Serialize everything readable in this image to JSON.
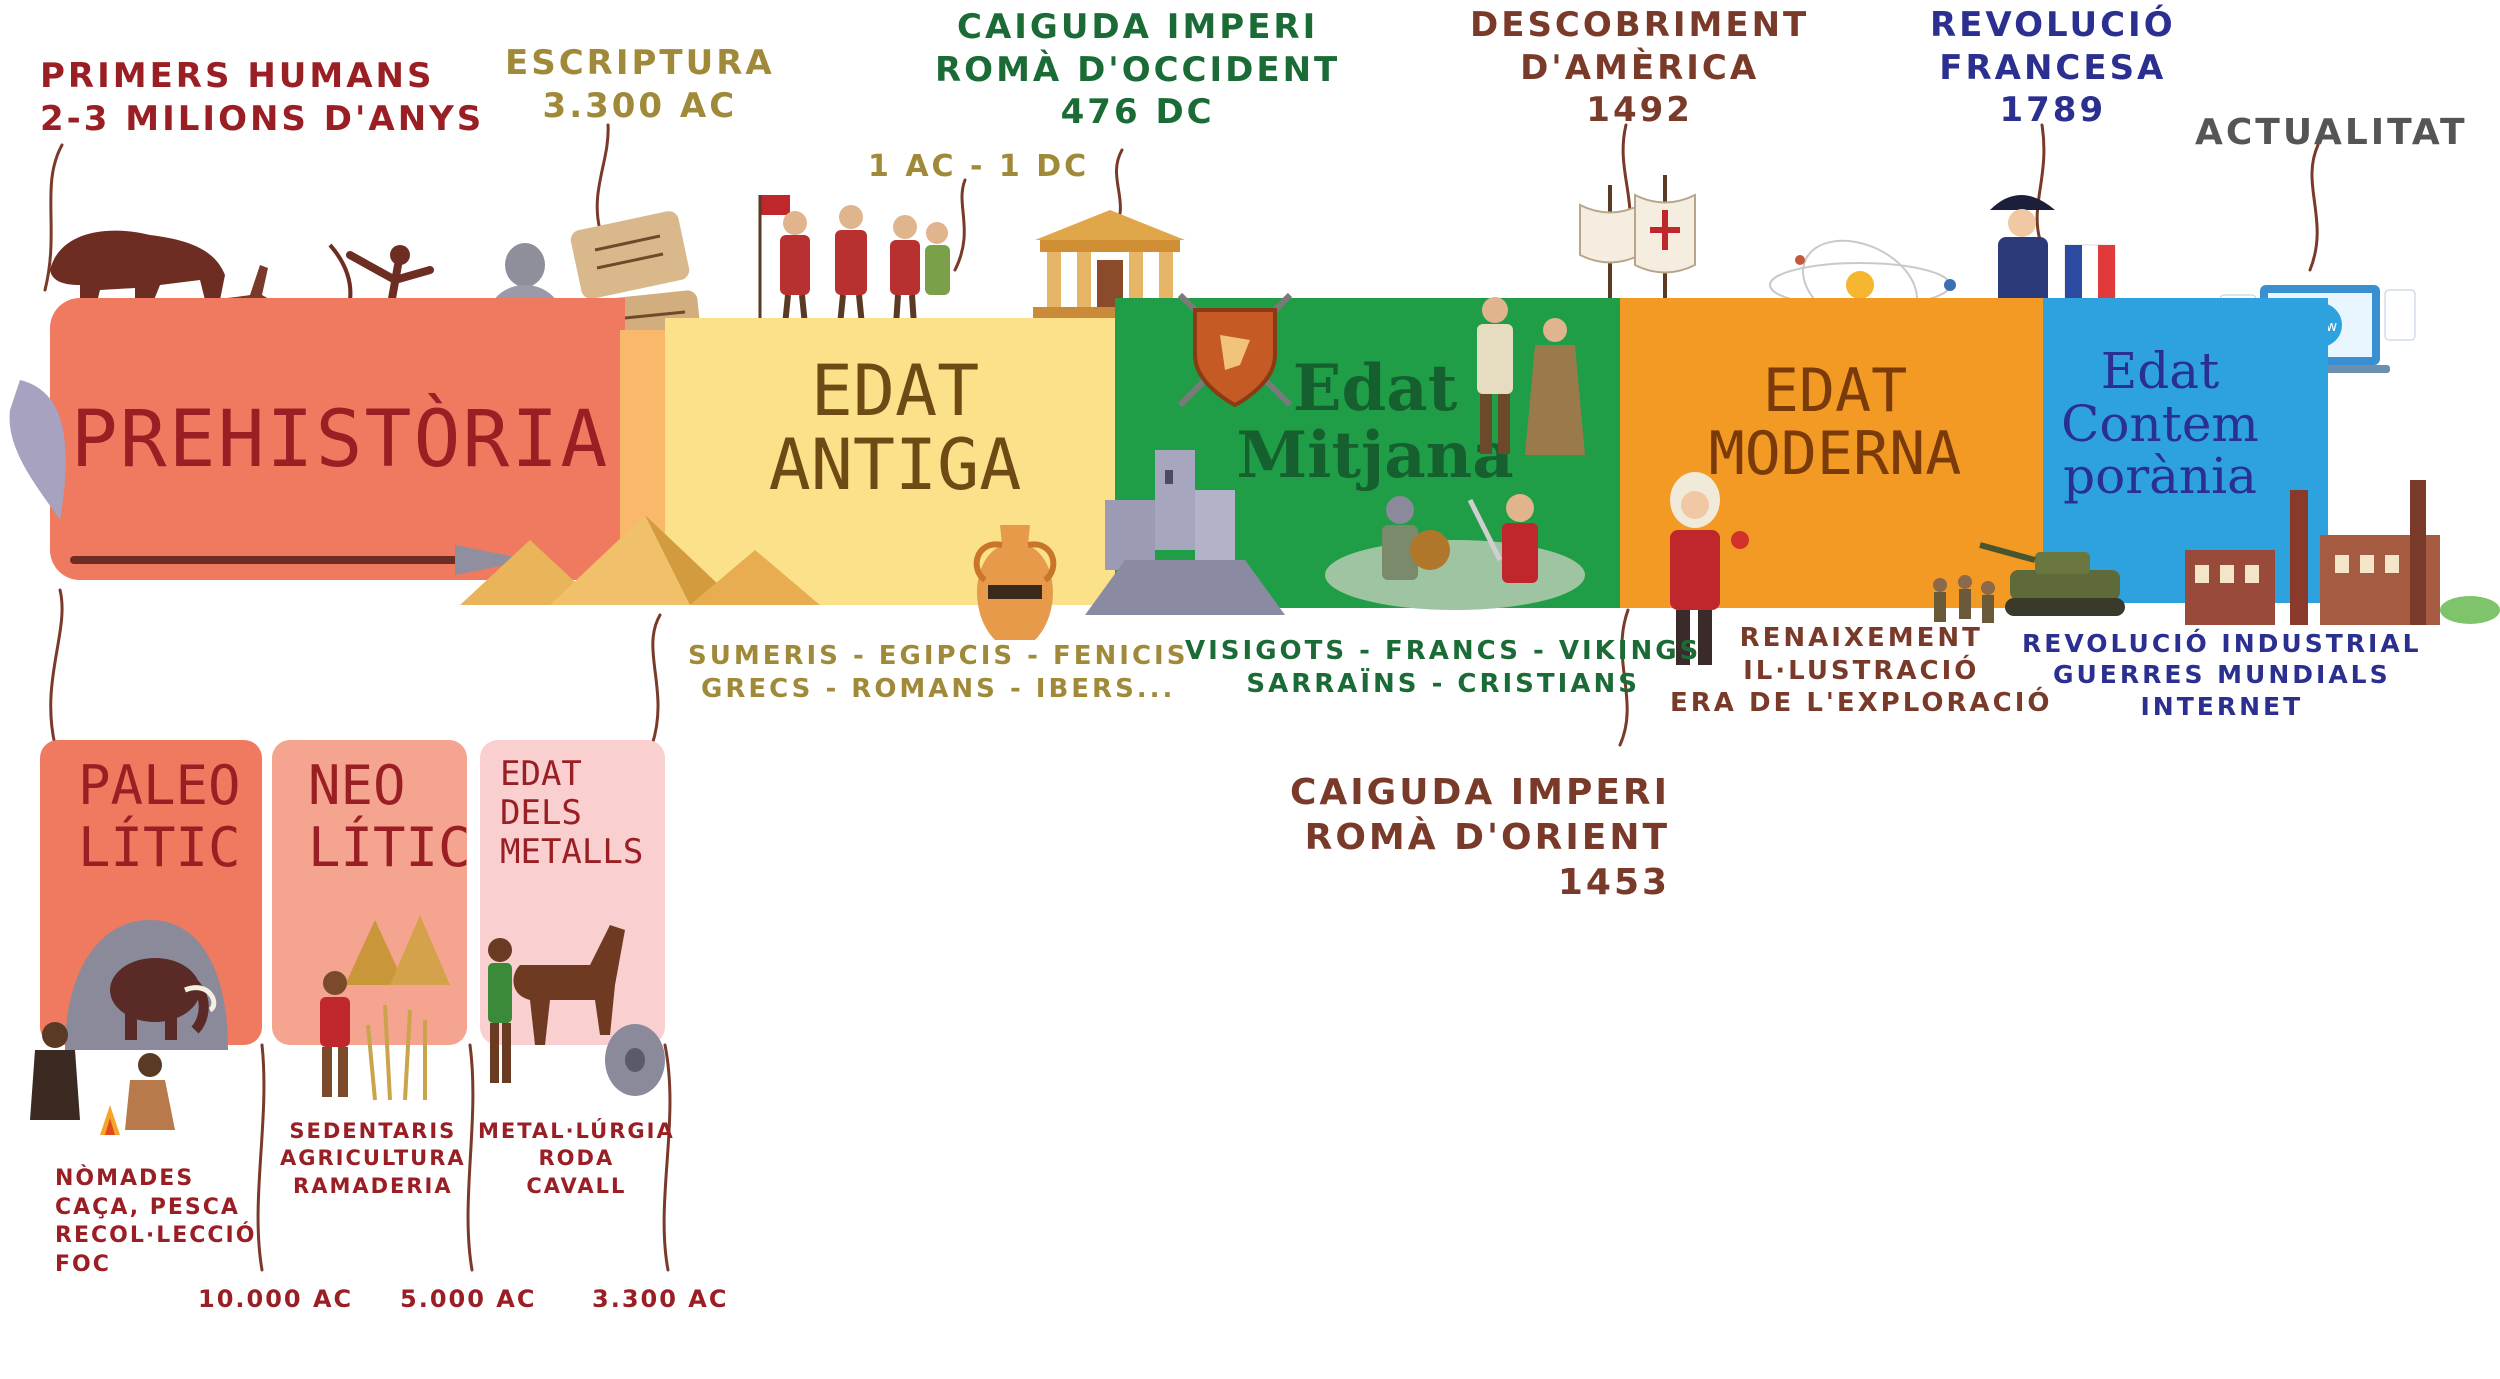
{
  "colors": {
    "prehistory": "#ef7a60",
    "prehistory_edge": "#f9b86a",
    "antiquity": "#fbe28a",
    "middle_ages": "#1f9d47",
    "modern": "#f39a24",
    "contemporary": "#2ea2df",
    "dark_red": "#9a1f24",
    "olive": "#a08a3a",
    "green_dark": "#1a6b35",
    "brown": "#7a3a2a",
    "navy": "#2b2f8f",
    "gray": "#555555",
    "sub_paleo": "#ef7a60",
    "sub_neo": "#f4a48f",
    "sub_metals": "#f9cfcf"
  },
  "top_events": {
    "first_humans": {
      "line1": "Primers humans",
      "line2": "2-3 milions d'anys"
    },
    "writing": {
      "line1": "Escriptura",
      "line2": "3.300 AC"
    },
    "year_one": {
      "text": "1 AC - 1 DC"
    },
    "fall_west": {
      "line1": "Caiguda imperi",
      "line2": "Romà d'Occident",
      "line3": "476 DC"
    },
    "america": {
      "line1": "Descobriment",
      "line2": "d'Amèrica",
      "line3": "1492"
    },
    "french_rev": {
      "line1": "Revolució",
      "line2": "Francesa",
      "line3": "1789"
    },
    "today": {
      "text": "Actualitat"
    }
  },
  "eras": {
    "prehistory": {
      "title": "PREHISTÒRIA"
    },
    "antiquity": {
      "line1": "EDAT",
      "line2": "ANTIGA"
    },
    "middle_ages": {
      "line1": "Edat",
      "line2": "Mitjana"
    },
    "modern": {
      "line1": "EDAT",
      "line2": "MODERNA"
    },
    "contemporary": {
      "line1": "Edat",
      "line2": "Contem",
      "line3": "porània"
    }
  },
  "descriptions": {
    "antiquity": {
      "line1": "Sumeris - Egipcis - Fenicis",
      "line2": "Grecs - Romans - Ibers..."
    },
    "middle_ages": {
      "line1": "Visigots - Francs - Vikings",
      "line2": "Sarraïns - Cristians"
    },
    "modern": {
      "line1": "Renaixement",
      "line2": "Il·lustració",
      "line3": "Era de l'exploració"
    },
    "contemporary": {
      "line1": "Revolució industrial",
      "line2": "Guerres mundials",
      "line3": "Internet"
    }
  },
  "fall_east": {
    "line1": "Caiguda imperi",
    "line2": "Romà d'Orient",
    "line3": "1453"
  },
  "sub_periods": {
    "paleo": {
      "line1": "PALEO",
      "line2": "LÍTIC",
      "desc1": "Nòmades",
      "desc2": "Caça, pesca",
      "desc3": "Recol·lecció",
      "desc4": "Foc"
    },
    "neo": {
      "line1": "NEO",
      "line2": "LÍTIC",
      "desc1": "Sedentaris",
      "desc2": "Agricultura",
      "desc3": "Ramaderia"
    },
    "metals": {
      "line1": "EDAT",
      "line2": "DELS",
      "line3": "METALLS",
      "desc1": "Metal·lúrgia",
      "desc2": "Roda",
      "desc3": "Cavall"
    }
  },
  "bottom_years": {
    "y1": "10.000 AC",
    "y2": "5.000 AC",
    "y3": "3.300 AC"
  }
}
